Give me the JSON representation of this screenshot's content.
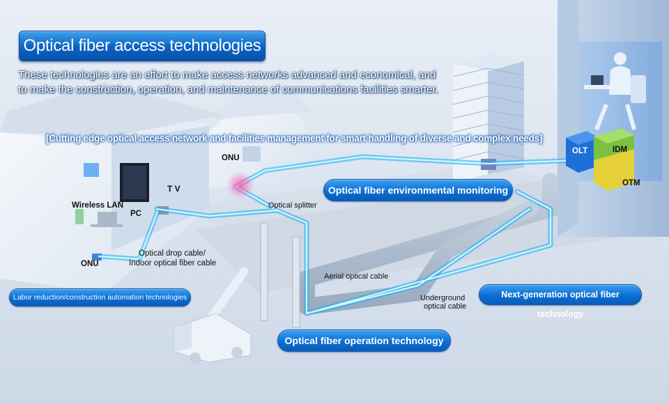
{
  "header": {
    "title": "Optical fiber access technologies",
    "intro_line_1": "These technologies are an effort to make access networks advanced and economical, and",
    "intro_line_2": "to make the construction, operation, and maintenance of communications facilities smarter."
  },
  "banner": "[Cutting edge optical access network and facilities management for smart handling of diverse and complex needs]",
  "technologies": {
    "environmental_monitoring": "Optical fiber environmental monitoring",
    "labor_reduction": "Labor reduction/construction automation technologies",
    "next_generation": "Next-generation optical fiber technology",
    "operation": "Optical fiber operation technology"
  },
  "labels": {
    "onu_top": "ONU",
    "tv": "T V",
    "wireless_lan": "Wireless LAN",
    "pc": "PC",
    "optical_splitter": "Optical splitter",
    "optical_drop_cable_1": "Optical drop cable/",
    "optical_drop_cable_2": "Indoor optical fiber cable",
    "onu_house": "ONU",
    "aerial_optical_cable": "Aerial optical cable",
    "underground_1": "Underground",
    "underground_2": "optical cable",
    "olt": "OLT",
    "idm": "IDM",
    "otm": "OTM"
  },
  "colors": {
    "accent_blue": "#0b6ed3",
    "fiber_cyan": "#9ff5ff",
    "idm_green": "#7ac142",
    "otm_yellow": "#f2d23a"
  }
}
